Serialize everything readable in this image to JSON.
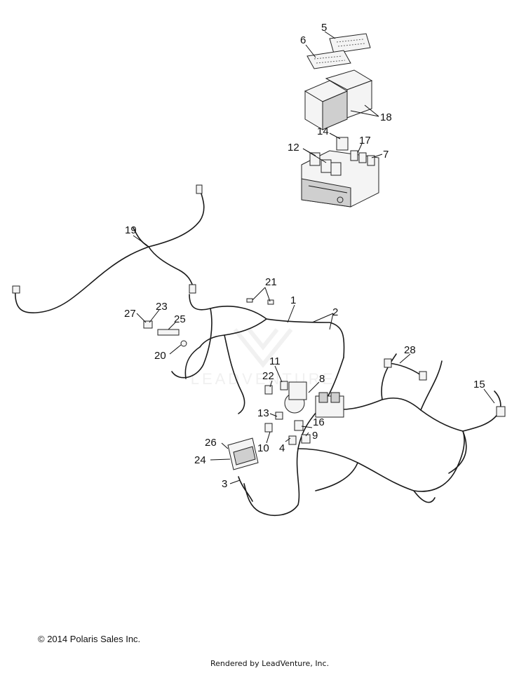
{
  "callouts": [
    {
      "id": "1",
      "label": "1"
    },
    {
      "id": "2",
      "label": "2"
    },
    {
      "id": "3",
      "label": "3"
    },
    {
      "id": "4",
      "label": "4"
    },
    {
      "id": "5",
      "label": "5"
    },
    {
      "id": "6",
      "label": "6"
    },
    {
      "id": "7",
      "label": "7"
    },
    {
      "id": "8",
      "label": "8"
    },
    {
      "id": "9",
      "label": "9"
    },
    {
      "id": "10",
      "label": "10"
    },
    {
      "id": "11",
      "label": "11"
    },
    {
      "id": "12",
      "label": "12"
    },
    {
      "id": "13",
      "label": "13"
    },
    {
      "id": "14",
      "label": "14"
    },
    {
      "id": "15",
      "label": "15"
    },
    {
      "id": "16",
      "label": "16"
    },
    {
      "id": "17",
      "label": "17"
    },
    {
      "id": "18",
      "label": "18"
    },
    {
      "id": "19",
      "label": "19"
    },
    {
      "id": "20",
      "label": "20"
    },
    {
      "id": "21",
      "label": "21"
    },
    {
      "id": "22",
      "label": "22"
    },
    {
      "id": "23",
      "label": "23"
    },
    {
      "id": "24",
      "label": "24"
    },
    {
      "id": "25",
      "label": "25"
    },
    {
      "id": "26",
      "label": "26"
    },
    {
      "id": "27",
      "label": "27"
    },
    {
      "id": "28",
      "label": "28"
    }
  ],
  "footer": {
    "copyright": "© 2014 Polaris Sales Inc.",
    "rendered_by": "Rendered by LeadVenture, Inc."
  },
  "watermark": {
    "text": "LEADVENTURE"
  }
}
